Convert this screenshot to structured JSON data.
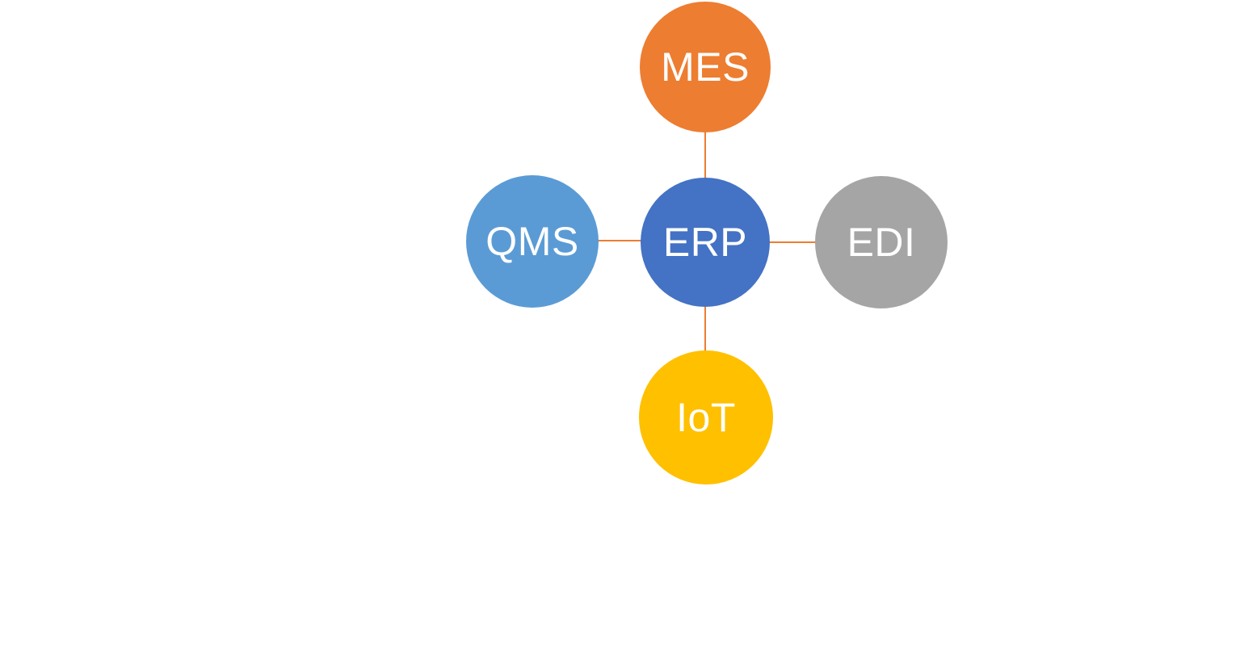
{
  "diagram": {
    "type": "radial-hub-spoke",
    "background_color": "#FFFFFF",
    "label_color": "#FFFFFF",
    "connector_color": "#ED7D31",
    "center_node": {
      "id": "erp",
      "label": "ERP",
      "color": "#4472C4",
      "position": "center"
    },
    "satellite_nodes": [
      {
        "id": "mes",
        "label": "MES",
        "color": "#ED7D31",
        "position": "top"
      },
      {
        "id": "edi",
        "label": "EDI",
        "color": "#A5A5A5",
        "position": "right"
      },
      {
        "id": "iot",
        "label": "IoT",
        "color": "#FFC000",
        "position": "bottom"
      },
      {
        "id": "qms",
        "label": "QMS",
        "color": "#5B9BD5",
        "position": "left"
      }
    ],
    "connectors": [
      {
        "from": "erp",
        "to": "mes"
      },
      {
        "from": "qms",
        "to": "erp"
      },
      {
        "from": "erp",
        "to": "edi"
      },
      {
        "from": "erp",
        "to": "iot"
      }
    ]
  }
}
